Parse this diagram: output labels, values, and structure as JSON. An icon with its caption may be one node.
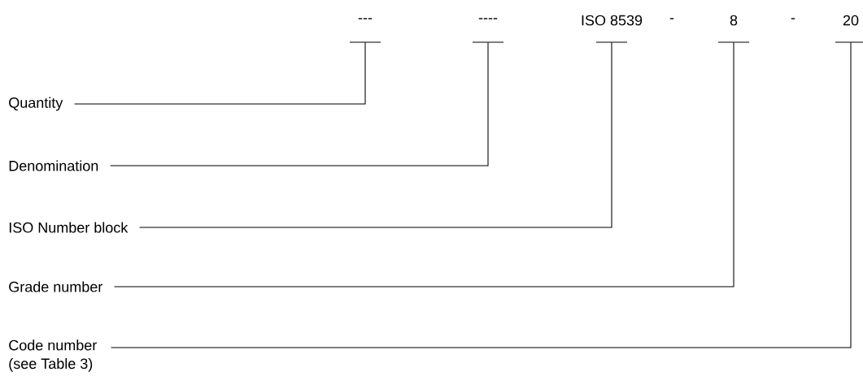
{
  "diagram": {
    "nodes": [
      {
        "text": [
          "---"
        ]
      },
      {
        "text": [
          "----"
        ]
      },
      {
        "text": [
          "ISO 8539"
        ]
      },
      {
        "text": [
          "8"
        ]
      },
      {
        "text": [
          "20"
        ]
      },
      {
        "text": [
          "Quantity"
        ]
      },
      {
        "text": [
          "Denomination"
        ]
      },
      {
        "text": [
          "ISO Number block"
        ]
      },
      {
        "text": [
          "Grade number"
        ]
      },
      {
        "text": [
          "Code number (see Table 3)"
        ]
      }
    ],
    "edges": [
      {
        "from": 5,
        "to": 0,
        "arrow": "none"
      },
      {
        "from": 6,
        "to": 1,
        "arrow": "none"
      },
      {
        "from": 7,
        "to": 2,
        "arrow": "none"
      },
      {
        "from": 8,
        "to": 3,
        "arrow": "none"
      },
      {
        "from": 9,
        "to": 4,
        "arrow": "none"
      }
    ],
    "labels": [
      "-",
      "-"
    ]
  }
}
